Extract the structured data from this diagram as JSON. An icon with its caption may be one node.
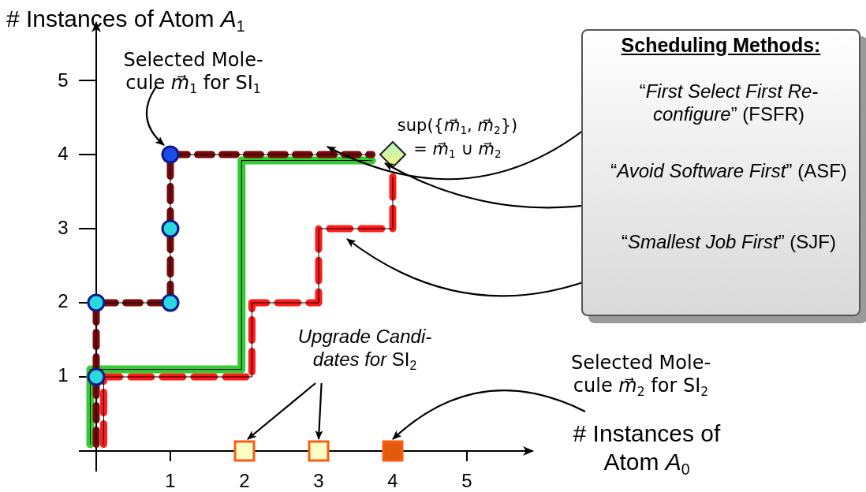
{
  "diagram": {
    "nodes": [
      {
        "text": [
          "Scheduling Methods:"
        ]
      },
      {
        "text": [
          "“*First Select First Re- configure*” (FSFR)"
        ],
        "in": 0
      },
      {
        "text": [
          "“*Avoid Software First*” (ASF)"
        ],
        "in": 0
      },
      {
        "text": [
          "“*Smallest Job First*” (SJF)"
        ],
        "in": 0
      },
      {
        "text": [
          "Selected Mole- cule *m⃗*$_{1}$ for SI$_{1}$"
        ]
      },
      {
        "text": [],
        "shape": "diamond",
        "beside": [
          "sup({*m⃗*$_{1}$, *m⃗*$_{2}$}) = *m⃗*$_{1}$ ∪ *m⃗*$_{2}$"
        ]
      },
      {
        "text": [],
        "shape": "circle"
      },
      {
        "text": [],
        "shape": "circle"
      },
      {
        "text": [],
        "shape": "circle"
      },
      {
        "text": [],
        "shape": "circle"
      },
      {
        "text": [],
        "shape": "circle"
      },
      {
        "text": [
          "*Upgrade Candi- dates for* SI$_{2}$"
        ]
      },
      {
        "text": [
          "Selected Mole- cule *m⃗*$_{2}$ for SI$_{2}$"
        ]
      },
      {
        "text": [],
        "shape": "box"
      },
      {
        "text": [],
        "shape": "box"
      },
      {
        "text": [],
        "shape": "box"
      }
    ],
    "edges": [
      {
        "from": 4,
        "to": 6,
        "arrow": "to"
      },
      {
        "from": 1,
        "to": null,
        "arrow": "to"
      },
      {
        "from": 2,
        "to": 5,
        "arrow": "to"
      },
      {
        "from": 3,
        "to": null,
        "arrow": "to"
      },
      {
        "from": 11,
        "to": 13,
        "arrow": "to"
      },
      {
        "from": 11,
        "to": 14,
        "arrow": "to"
      },
      {
        "from": 12,
        "to": 15,
        "arrow": "to"
      }
    ],
    "labels": [
      "# Instances of Atom *A*$_{1}$",
      "5",
      "4",
      "3",
      "2",
      "1",
      "# Instances of Atom *A*$_{0}$",
      "1",
      "2",
      "3",
      "4",
      "5"
    ]
  }
}
